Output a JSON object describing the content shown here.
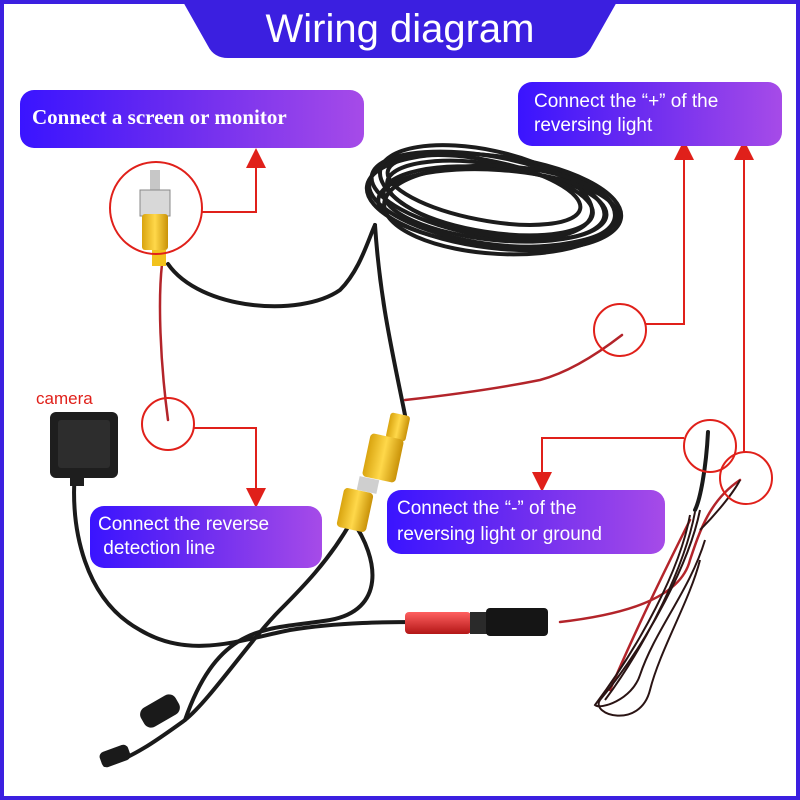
{
  "title": "Wiring diagram",
  "colors": {
    "banner": "#3b1fe0",
    "callout_start": "#3a14ff",
    "callout_end": "#a64be8",
    "marker": "#e0201a",
    "cable_black": "#1a1a1a",
    "cable_red": "#b3242a",
    "rca_yellow": "#f2c21c",
    "connector_red": "#e22b2b"
  },
  "labels": {
    "screen": "Connect a screen or monitor",
    "plus_line1": "Connect the “+” of the",
    "plus_line2": "reversing light",
    "reverse_line1": "Connect the reverse",
    "reverse_line2": " detection line",
    "minus_line1": "Connect the “-” of the",
    "minus_line2": "reversing light or ground",
    "camera": "camera"
  }
}
